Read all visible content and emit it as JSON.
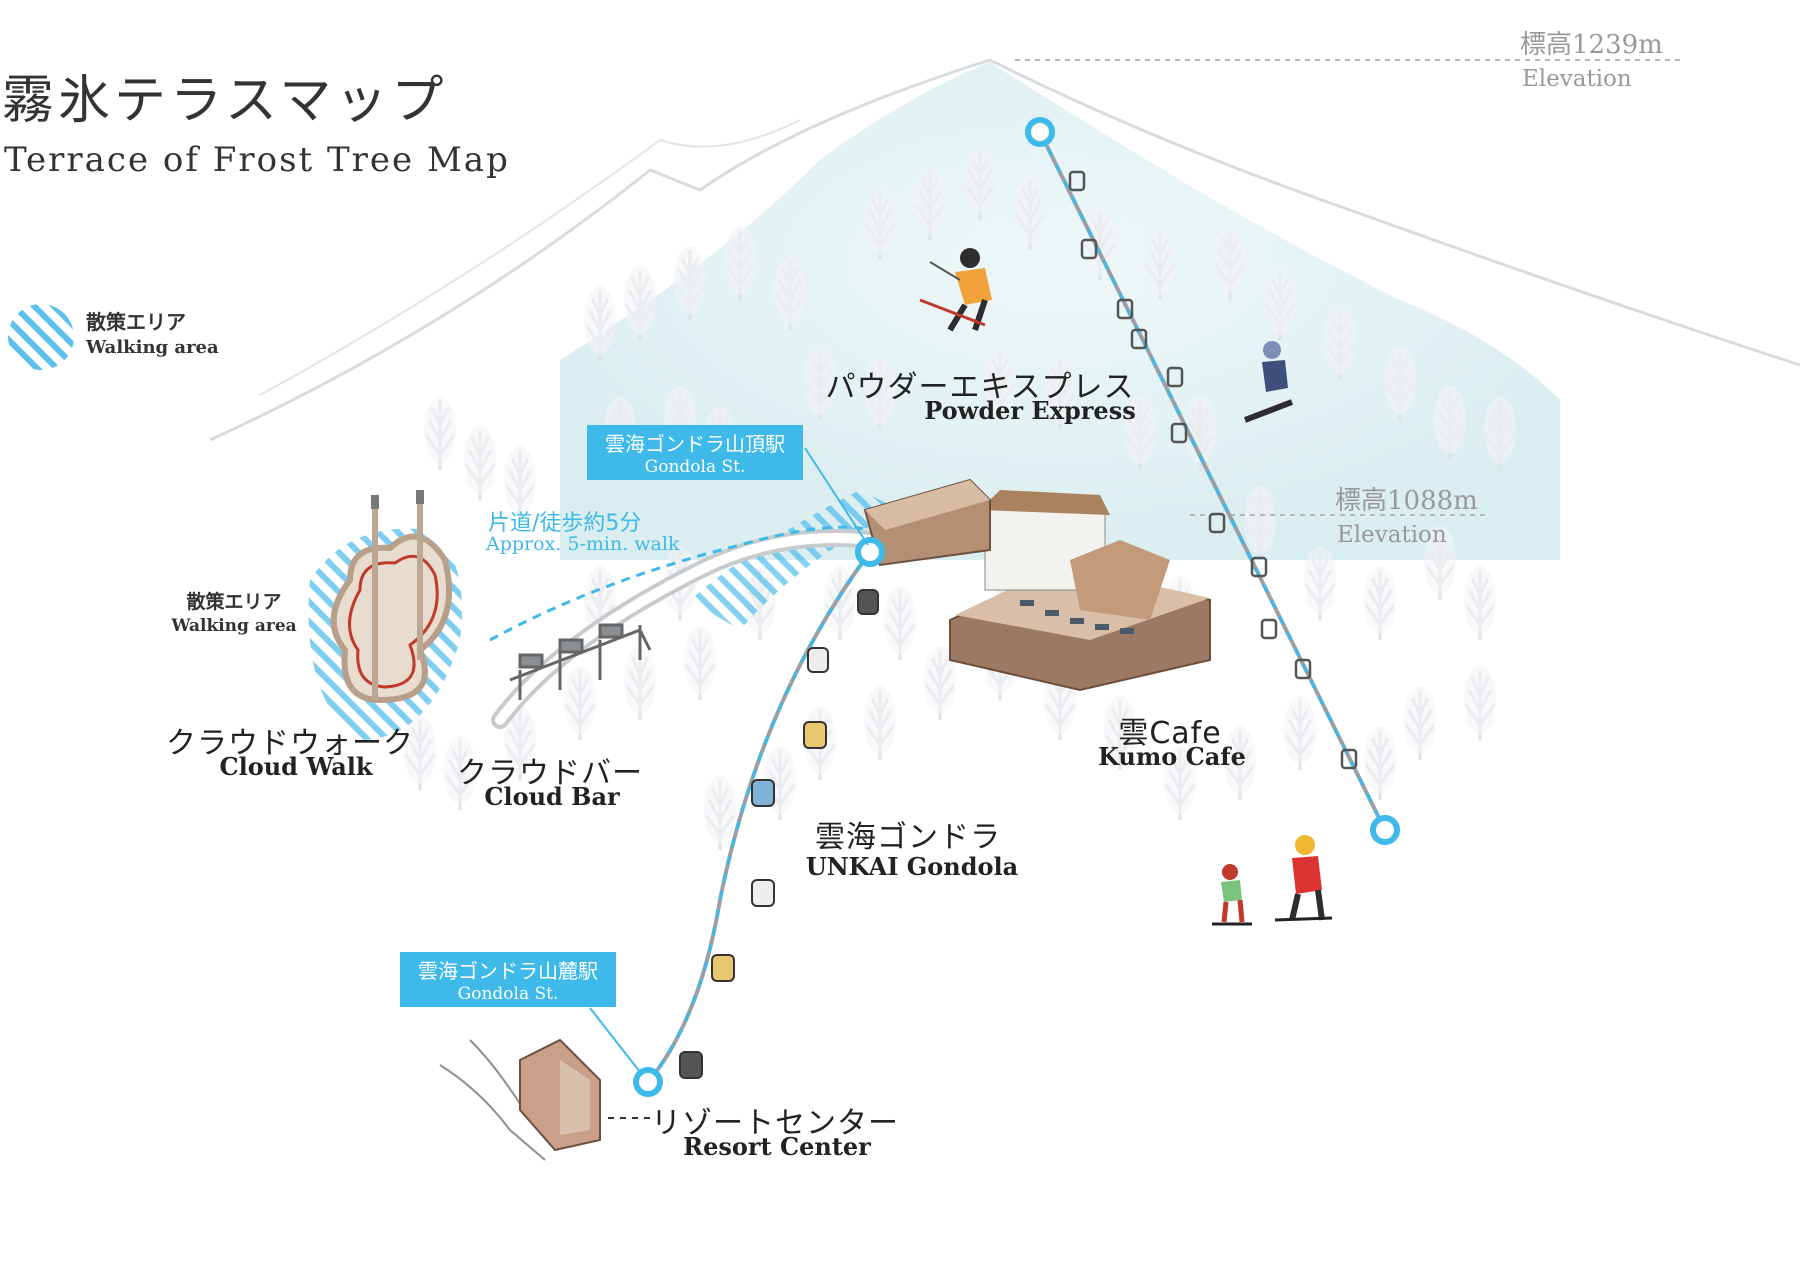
{
  "title": {
    "jp": "霧氷テラスマップ",
    "en": "Terrace of Frost Tree Map"
  },
  "legend": {
    "jp": "散策エリア",
    "en": "Walking area"
  },
  "elevations": [
    {
      "value": "標高1239m",
      "label": "Elevation"
    },
    {
      "value": "標高1088m",
      "label": "Elevation"
    }
  ],
  "stations": {
    "summit": {
      "jp": "雲海ゴンドラ山頂駅",
      "en": "Gondola St."
    },
    "base": {
      "jp": "雲海ゴンドラ山麓駅",
      "en": "Gondola St."
    }
  },
  "walk_note": {
    "jp": "片道/徒歩約5分",
    "en": "Approx. 5-min. walk"
  },
  "walking_area_label": {
    "jp": "散策エリア",
    "en": "Walking area"
  },
  "places": {
    "powder_express": {
      "jp": "パウダーエキスプレス",
      "en": "Powder Express"
    },
    "cloud_walk": {
      "jp": "クラウドウォーク",
      "en": "Cloud Walk"
    },
    "cloud_bar": {
      "jp": "クラウドバー",
      "en": "Cloud Bar"
    },
    "kumo_cafe": {
      "jp": "雲Cafe",
      "en": "Kumo Cafe"
    },
    "unkai_gondola": {
      "jp": "雲海ゴンドラ",
      "en": "UNKAI Gondola"
    },
    "resort_center": {
      "jp": "リゾートセンター",
      "en": "Resort Center"
    }
  },
  "colors": {
    "accent": "#3fb8ea",
    "mountain": "#dff0f1",
    "tree": "#e2e4e6",
    "building": "#b98a6e",
    "label": "#222222",
    "elevation": "#999999"
  },
  "icons": [
    "skier-icon",
    "snowboarder-icon",
    "gondola-cabin-icon",
    "chairlift-icon",
    "tree-icon"
  ]
}
